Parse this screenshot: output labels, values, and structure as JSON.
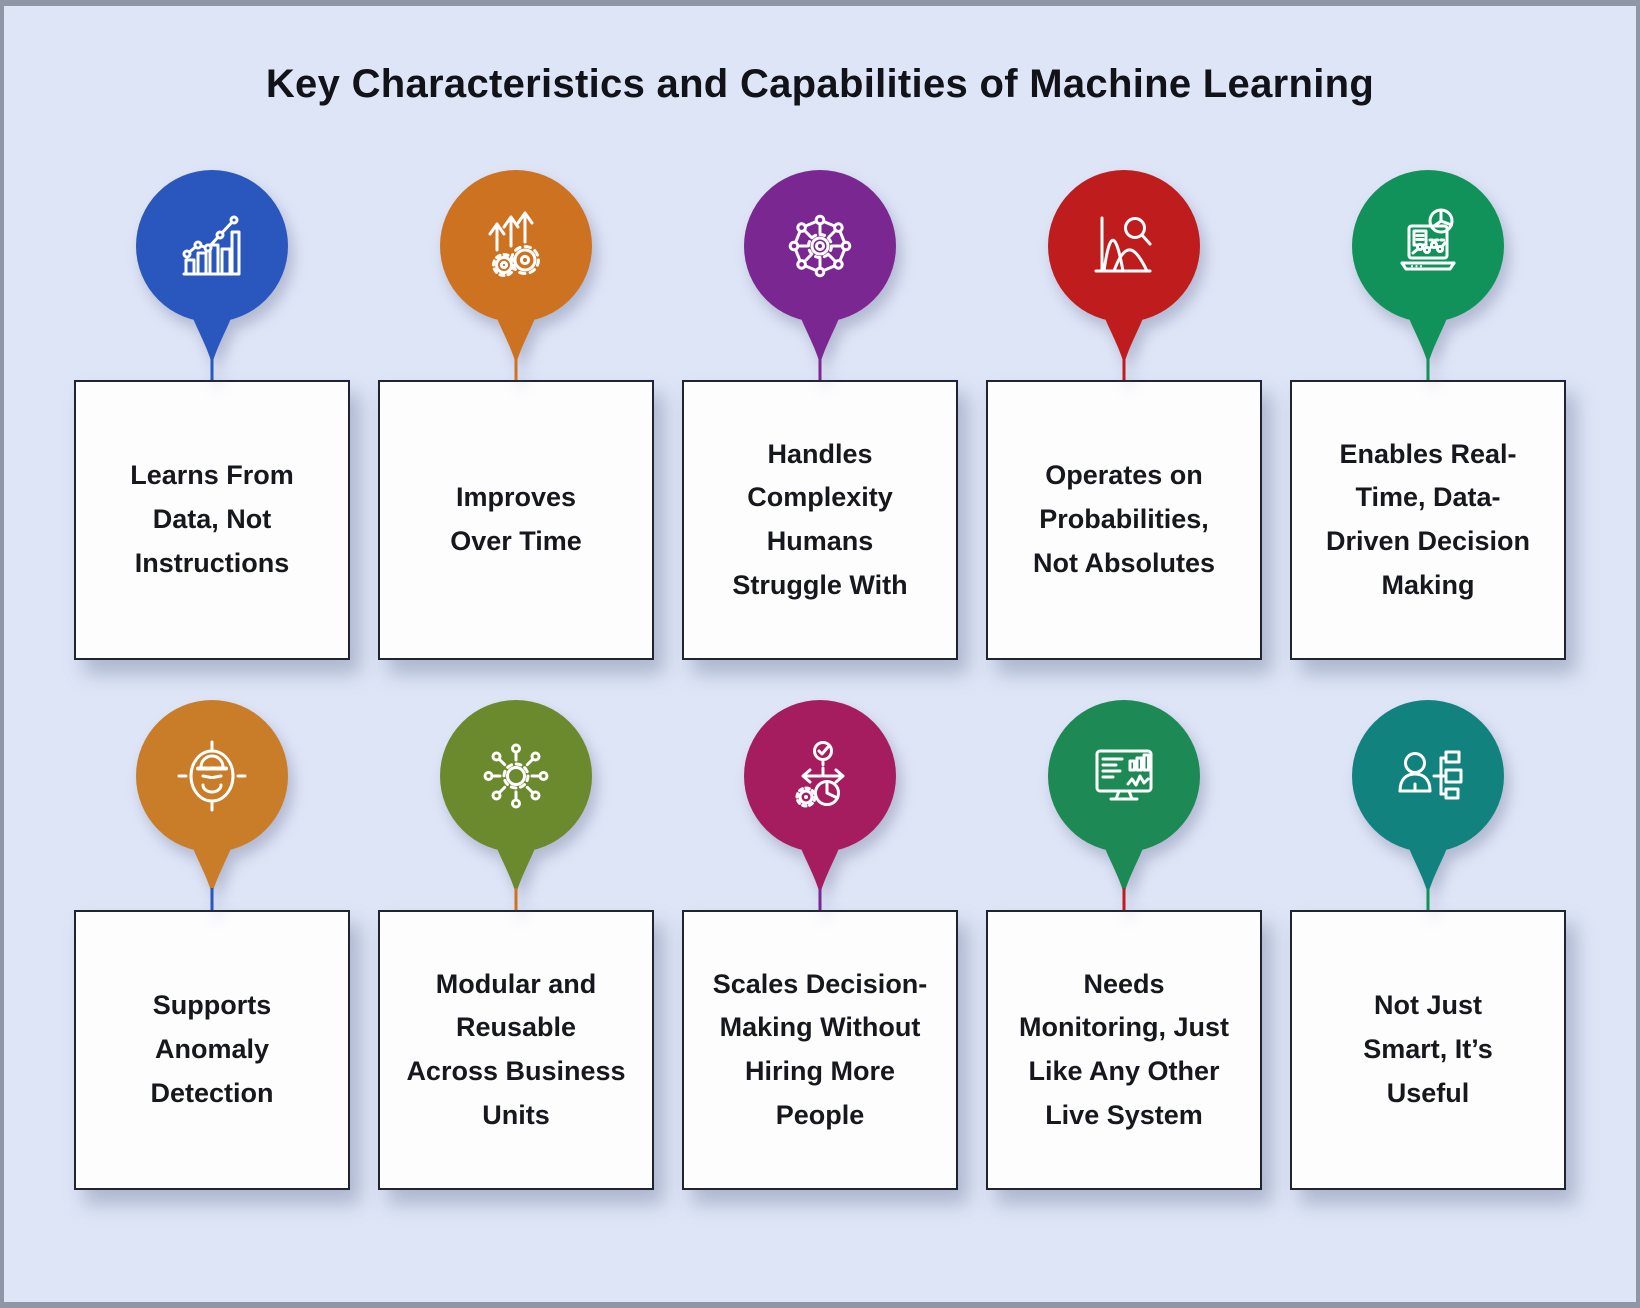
{
  "page": {
    "background_color": "#dee5f7",
    "frame_border_color": "#8f97a6",
    "title": "Key Characteristics and Capabilities of Machine Learning",
    "title_color": "#111318"
  },
  "rows": [
    {
      "items": [
        {
          "icon": "bar-chart-trend-icon",
          "balloon_color": "#2a57bd",
          "stem_color": "#2a57bd",
          "label": "Learns From\nData, Not\nInstructions"
        },
        {
          "icon": "growth-arrows-gears-icon",
          "balloon_color": "#cd7220",
          "stem_color": "#cd7220",
          "label": "Improves\nOver Time"
        },
        {
          "icon": "network-sphere-icon",
          "balloon_color": "#7a2792",
          "stem_color": "#7a2792",
          "label": "Handles\nComplexity\nHumans\nStruggle With"
        },
        {
          "icon": "distribution-curve-magnifier-icon",
          "balloon_color": "#bf1d1d",
          "stem_color": "#bf1d1d",
          "label": "Operates on\nProbabilities,\nNot Absolutes"
        },
        {
          "icon": "laptop-analytics-icon",
          "balloon_color": "#10925a",
          "stem_color": "#10925a",
          "label": "Enables Real-\nTime, Data-\nDriven Decision\nMaking"
        }
      ]
    },
    {
      "items": [
        {
          "icon": "anomaly-thief-target-icon",
          "balloon_color": "#ca7d28",
          "stem_color": "#2a57bd",
          "label": "Supports\nAnomaly\nDetection"
        },
        {
          "icon": "hub-spokes-icon",
          "balloon_color": "#6b8a2d",
          "stem_color": "#cd7220",
          "label": "Modular and\nReusable\nAcross Business\nUnits"
        },
        {
          "icon": "decision-paths-icon",
          "balloon_color": "#a51d5e",
          "stem_color": "#7a2792",
          "label": "Scales Decision-\nMaking Without\nHiring More\nPeople"
        },
        {
          "icon": "monitoring-dashboard-icon",
          "balloon_color": "#1d8a55",
          "stem_color": "#bf1d1d",
          "label": "Needs\nMonitoring, Just\nLike Any Other\nLive System"
        },
        {
          "icon": "user-hierarchy-icon",
          "balloon_color": "#12827e",
          "stem_color": "#10925a",
          "label": "Not Just\nSmart, It’s\nUseful"
        }
      ]
    }
  ]
}
